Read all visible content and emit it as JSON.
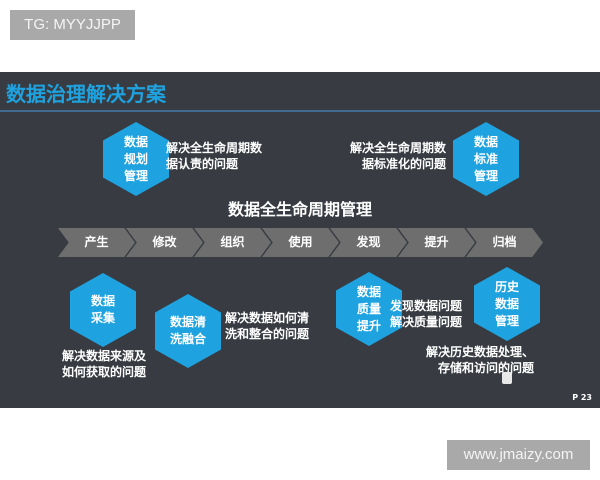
{
  "watermarks": {
    "top": "TG: MYYJJPP",
    "bottom": "www.jmaizy.com"
  },
  "slide": {
    "title": "数据治理解决方案",
    "lifecycle_title": "数据全生命周期管理",
    "lifecycle_steps": [
      "产生",
      "修改",
      "组织",
      "使用",
      "发现",
      "提升",
      "归档"
    ],
    "modules": [
      {
        "label": "数据\n规划\n管理",
        "description": "解决全生命周期数\n据认责的问题"
      },
      {
        "label": "数据\n标准\n管理",
        "description": "解决全生命周期数\n据标准化的问题"
      },
      {
        "label": "数据\n采集",
        "description": "解决数据来源及\n如何获取的问题"
      },
      {
        "label": "数据清\n洗融合",
        "description": "解决数据如何清\n洗和整合的问题"
      },
      {
        "label": "数据\n质量\n提升",
        "description": "发现数据问题\n解决质量问题"
      },
      {
        "label": "历史\n数据\n管理",
        "description": "解决历史数据处理、\n存储和访问的问题"
      }
    ],
    "page_number": "P 23",
    "colors": {
      "accent": "#1ea3e0",
      "background": "#383c42",
      "chevron": "#6e6e6e",
      "rule": "#3f6c8f"
    }
  }
}
